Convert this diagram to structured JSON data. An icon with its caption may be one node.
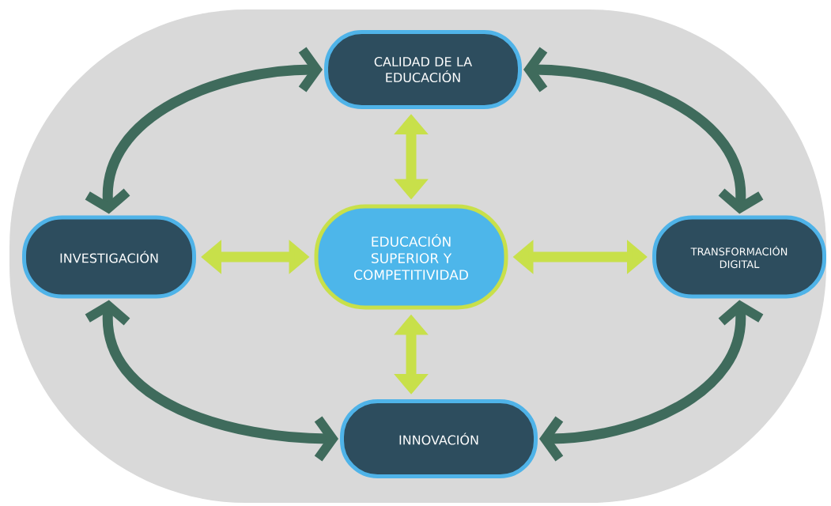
{
  "diagram": {
    "nodes": [
      {
        "text": [
          "EDUCACIÓN SUPERIOR Y COMPETITIVIDAD"
        ]
      },
      {
        "text": [
          "CALIDAD DE LA EDUCACIÓN"
        ]
      },
      {
        "text": [
          "INVESTIGACIÓN"
        ]
      },
      {
        "text": [
          "TRANSFORMACIÓN DIGITAL"
        ]
      },
      {
        "text": [
          "INNOVACIÓN"
        ]
      }
    ],
    "edges": [
      {
        "from": 0,
        "to": 1,
        "arrow": "both",
        "color": "#c8e04a"
      },
      {
        "from": 0,
        "to": 2,
        "arrow": "both",
        "color": "#c8e04a"
      },
      {
        "from": 0,
        "to": 3,
        "arrow": "both",
        "color": "#c8e04a"
      },
      {
        "from": 0,
        "to": 4,
        "arrow": "both",
        "color": "#c8e04a"
      },
      {
        "from": 1,
        "to": 2,
        "arrow": "both",
        "color": "#3f6b5c"
      },
      {
        "from": 1,
        "to": 3,
        "arrow": "both",
        "color": "#3f6b5c"
      },
      {
        "from": 2,
        "to": 4,
        "arrow": "both",
        "color": "#3f6b5c"
      },
      {
        "from": 4,
        "to": 3,
        "arrow": "both",
        "color": "#3f6b5c"
      }
    ]
  }
}
